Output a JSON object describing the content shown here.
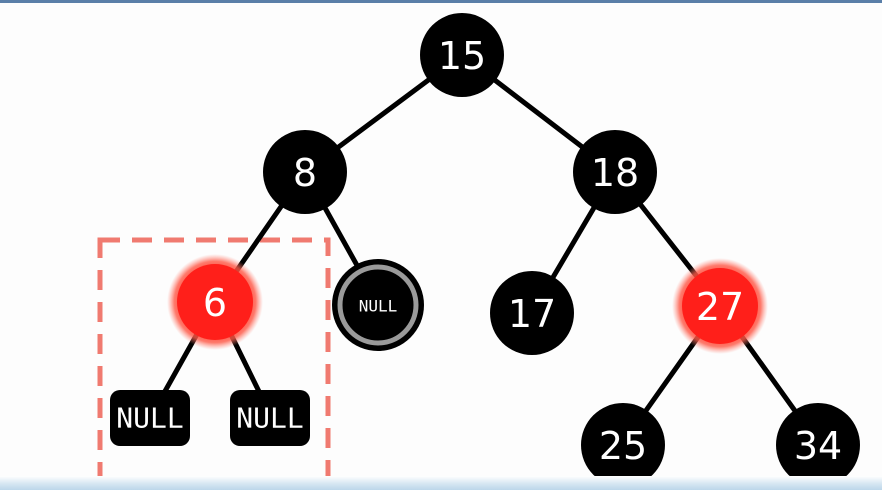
{
  "tree": {
    "colors": {
      "black_node": "#000000",
      "red_node": "#ff1f1a",
      "red_glow": "#ff6b5c",
      "edge": "#000000",
      "highlight_box": "#f07a70",
      "null_ring": "#9a9a9a"
    },
    "nodes": {
      "n15": "15",
      "n8": "8",
      "n18": "18",
      "n6": "6",
      "n17": "17",
      "n27": "27",
      "n25": "25",
      "n34": "34"
    },
    "null_leaves": {
      "null_8_right": "NULL",
      "null_6_left": "NULL",
      "null_6_right": "NULL"
    },
    "node_colors": {
      "n15": "black",
      "n8": "black",
      "n18": "black",
      "n6": "red",
      "n17": "black",
      "n27": "red",
      "n25": "black",
      "n34": "black"
    }
  }
}
